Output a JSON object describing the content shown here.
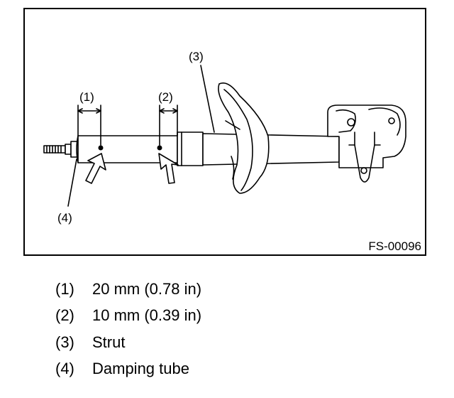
{
  "figure": {
    "id": "FS-00096",
    "callouts": [
      "(1)",
      "(2)",
      "(3)",
      "(4)"
    ]
  },
  "legend": [
    {
      "num": "(1)",
      "text": "20 mm (0.78 in)"
    },
    {
      "num": "(2)",
      "text": "10 mm (0.39 in)"
    },
    {
      "num": "(3)",
      "text": "Strut"
    },
    {
      "num": "(4)",
      "text": "Damping tube"
    }
  ]
}
